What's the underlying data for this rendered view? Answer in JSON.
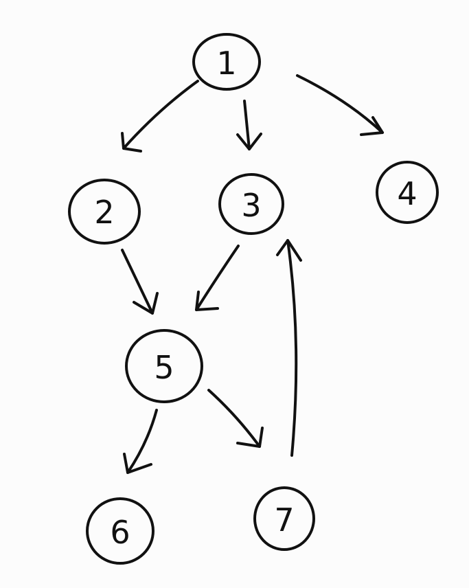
{
  "diagram": {
    "type": "directed-graph",
    "stroke_color": "#111111",
    "background": "#fcfcfc",
    "nodes": [
      {
        "id": "1",
        "label": "1"
      },
      {
        "id": "2",
        "label": "2"
      },
      {
        "id": "3",
        "label": "3"
      },
      {
        "id": "4",
        "label": "4"
      },
      {
        "id": "5",
        "label": "5"
      },
      {
        "id": "6",
        "label": "6"
      },
      {
        "id": "7",
        "label": "7"
      }
    ],
    "edges": [
      {
        "from": "1",
        "to": "2"
      },
      {
        "from": "1",
        "to": "3"
      },
      {
        "from": "1",
        "to": "4"
      },
      {
        "from": "2",
        "to": "5"
      },
      {
        "from": "3",
        "to": "5"
      },
      {
        "from": "5",
        "to": "6"
      },
      {
        "from": "5",
        "to": "7"
      },
      {
        "from": "7",
        "to": "3"
      }
    ]
  }
}
